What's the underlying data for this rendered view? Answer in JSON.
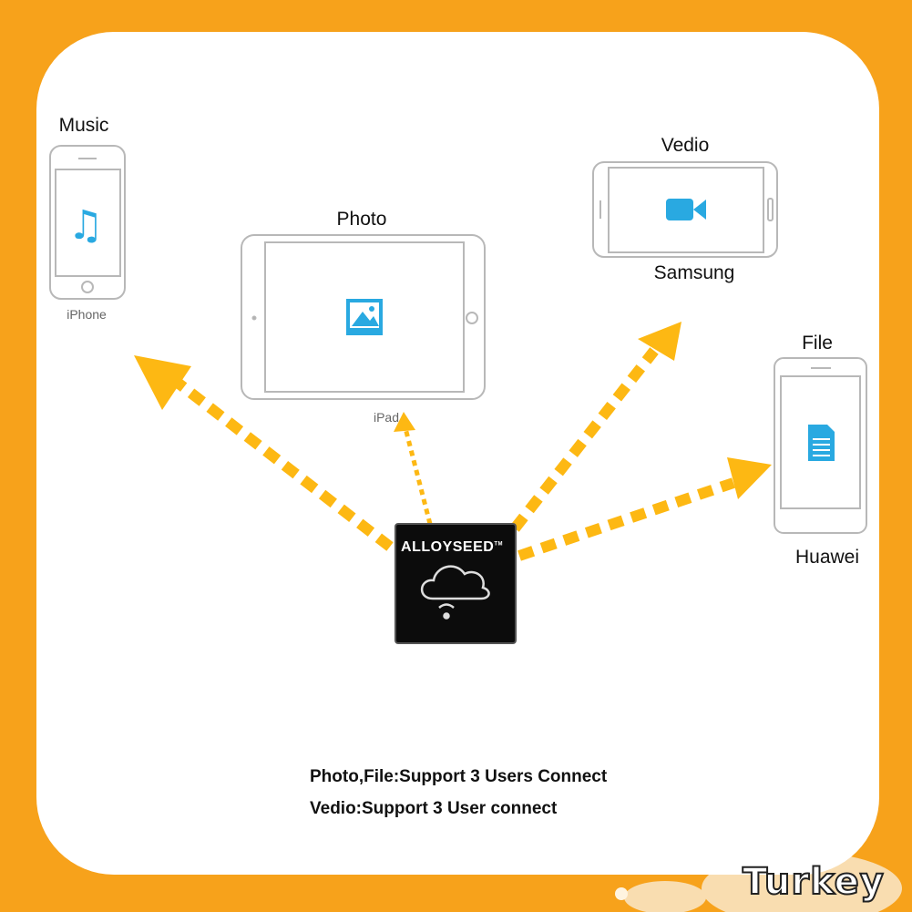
{
  "devices": {
    "iphone": {
      "title": "Music",
      "model": "iPhone",
      "icon": "music-note-icon"
    },
    "ipad": {
      "title": "Photo",
      "model": "iPad",
      "icon": "image-icon"
    },
    "samsung": {
      "title": "Vedio",
      "model": "Samsung",
      "icon": "video-camera-icon"
    },
    "huawei": {
      "title": "File",
      "model": "Huawei",
      "icon": "document-icon"
    }
  },
  "hub": {
    "brand": "ALLOYSEED",
    "trademark": "TM",
    "icon": "cloud-wifi-icon"
  },
  "notes": [
    "Photo,File:Support 3 Users Connect",
    "Vedio:Support 3 User connect"
  ],
  "badge": "Turkey",
  "colors": {
    "background": "#F7A21B",
    "arrow": "#FDB813",
    "icon": "#29A9E1"
  }
}
